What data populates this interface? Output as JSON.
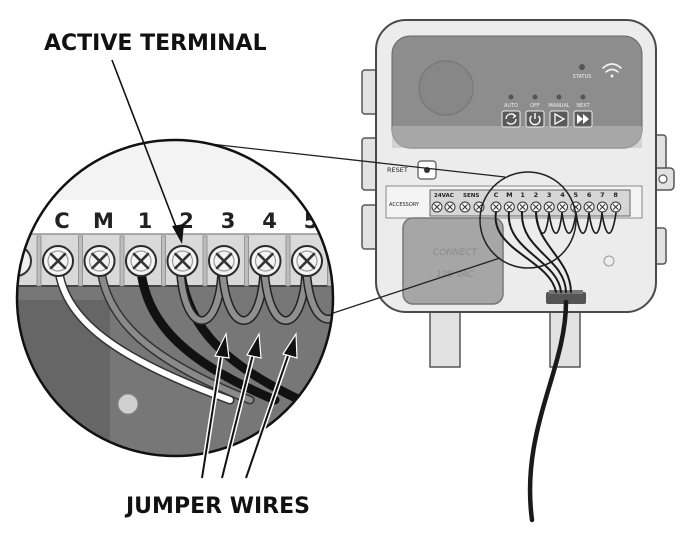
{
  "callouts": {
    "active_terminal": "ACTIVE TERMINAL",
    "jumper_wires": "JUMPER WIRES"
  },
  "zoom_terminals": [
    "C",
    "M",
    "1",
    "2",
    "3",
    "4",
    "5"
  ],
  "controller": {
    "status_label": "STATUS",
    "buttons": [
      {
        "label": "AUTO",
        "icon": "cycle-icon"
      },
      {
        "label": "OFF",
        "icon": "power-icon"
      },
      {
        "label": "MANUAL",
        "icon": "play-icon"
      },
      {
        "label": "NEXT",
        "icon": "fast-forward-icon"
      }
    ],
    "reset_label": "RESET",
    "accessory_label": "ACCESSORY",
    "ac_label": "24VAC",
    "sens_label": "SENS",
    "terminals": [
      "C",
      "M",
      "1",
      "2",
      "3",
      "4",
      "5",
      "6",
      "7",
      "8"
    ],
    "connect_lines": [
      "CONNECT",
      "120 VAC"
    ]
  },
  "colors": {
    "housing": "#ececec",
    "faceplate": "#8d8d8d",
    "terminal_strip": "#d6d6d6",
    "wire_dark": "#1a1a1a",
    "wire_grey": "#8a8a8a"
  }
}
